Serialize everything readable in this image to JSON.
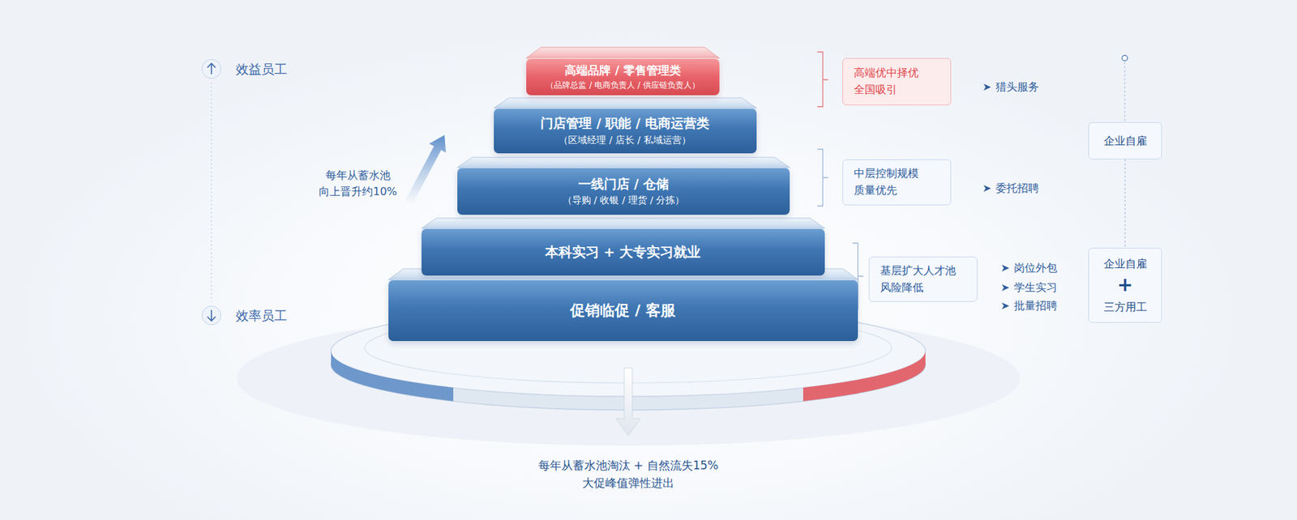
{
  "diagram": {
    "nodes": [
      {
        "text": [
          "高端品牌 / 零售管理类",
          "（品牌总监 / 电商负责人 / 供应链负责人）"
        ]
      },
      {
        "text": [
          "门店管理 / 职能 / 电商运营类",
          "（区域经理 / 店长 / 私域运营）"
        ]
      },
      {
        "text": [
          "一线门店 / 仓储",
          "（导购 / 收银 / 理货 / 分拣）"
        ]
      },
      {
        "text": [
          "本科实习 + 大专实习就业"
        ]
      },
      {
        "text": [
          "促销临促 / 客服"
        ]
      },
      {
        "text": [
          "高端优中择优 全国吸引"
        ]
      },
      {
        "text": [
          "中层控制规模 质量优先"
        ]
      },
      {
        "text": [
          "基层扩大人才池风险降低"
        ]
      },
      {
        "text": [
          "企业自雇"
        ]
      },
      {
        "text": [
          "企业自雇",
          "+",
          "三方用工"
        ]
      }
    ],
    "edges": [
      {
        "from": 8,
        "to": 9,
        "arrow": "none"
      }
    ],
    "labels": [
      "效益员工",
      "效率员工",
      "每年从蓄水池 向上晋升约10%",
      "猎头服务",
      "委托招聘",
      "岗位外包",
      "学生实习",
      "批量招聘",
      "每年从蓄水池淘汰 + 自然流失15%",
      "大促峰值弹性进出"
    ]
  }
}
